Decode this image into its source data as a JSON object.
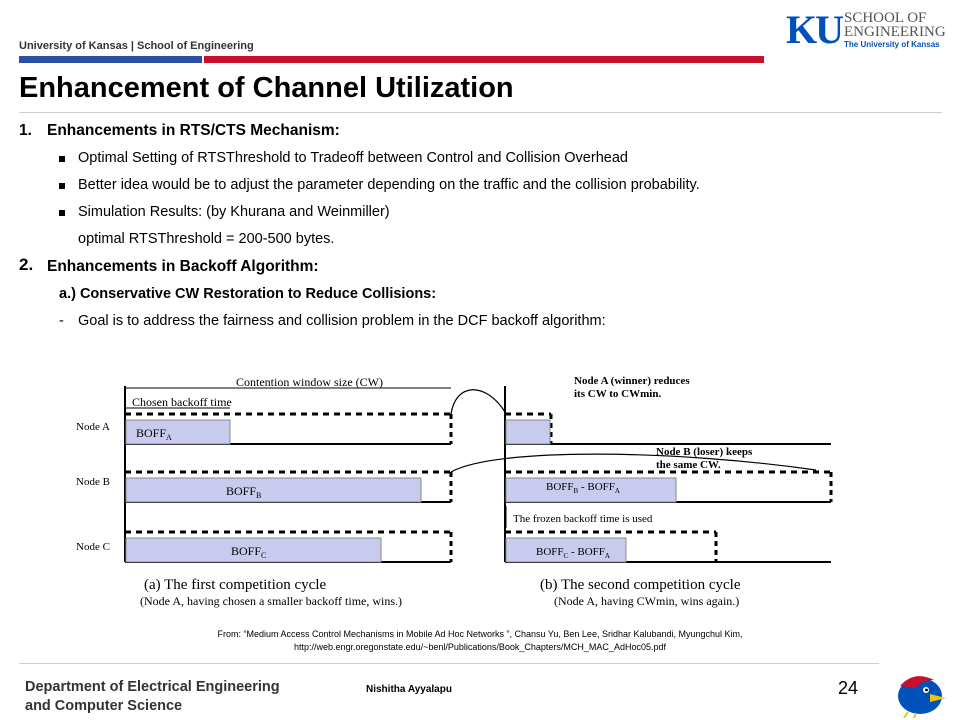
{
  "header": {
    "school_line": "University of Kansas | School of Engineering",
    "title": "Enhancement of Channel Utilization",
    "logo": {
      "mark": "KU",
      "line1": "SCHOOL OF",
      "line2": "ENGINEERING",
      "line3": "The University of Kansas",
      "brand_color": "#0051ba"
    }
  },
  "content": {
    "section1": {
      "number": "1.",
      "heading": "Enhancements in RTS/CTS Mechanism:",
      "bullets": [
        "Optimal Setting of RTSThreshold to Tradeoff between Control and Collision Overhead",
        "Better idea would be to adjust the parameter depending on the traffic and the collision probability.",
        "Simulation Results: (by Khurana and Weinmiller)"
      ],
      "continuation": "optimal RTSThreshold = 200-500 bytes."
    },
    "section2": {
      "number": "2.",
      "heading": "Enhancements in Backoff Algorithm:",
      "subheading": "a.) Conservative CW Restoration to Reduce Collisions:",
      "dash": "-",
      "goal": "Goal is to address the fairness and collision problem in the DCF backoff algorithm:"
    }
  },
  "figure": {
    "cw_label": "Contention window size (CW)",
    "chosen_label": "Chosen backoff time",
    "nodes": [
      "Node A",
      "Node B",
      "Node C"
    ],
    "cycle1_boxes": [
      "BOFF",
      "BOFF",
      "BOFF"
    ],
    "cycle1_subs": [
      "A",
      "B",
      "C"
    ],
    "cycle2_boxes": [
      "BOFF",
      "BOFF"
    ],
    "cycle2_subs": [
      "B",
      "C"
    ],
    "cycle2_minus": " - BOFF",
    "cycle2_minus_sub": "A",
    "note_a_line1": "Node A (winner) reduces",
    "note_a_line2": "its CW to CWmin.",
    "note_b_line1": "Node B (loser) keeps",
    "note_b_line2": "the same CW.",
    "frozen": "The frozen backoff time is used",
    "caption_a_line1": "(a) The first competition cycle",
    "caption_a_line2": "(Node A, having chosen a smaller backoff time, wins.)",
    "caption_b_line1": "(b) The second competition cycle",
    "caption_b_line2": "(Node A, having CWmin, wins again.)"
  },
  "source": {
    "line1": "From: “Medium Access Control Mechanisms in Mobile Ad Hoc Networks ”, Chansu Yu, Ben Lee, Sridhar Kalubandi, Myungchul Kim,",
    "line2": "http://web.engr.oregonstate.edu/~benl/Publications/Book_Chapters/MCH_MAC_AdHoc05.pdf"
  },
  "footer": {
    "dept_line1": "Department of Electrical Engineering",
    "dept_line2": "and Computer Science",
    "author": "Nishitha Ayyalapu",
    "page": "24"
  },
  "colors": {
    "blue_bar": "#2a4fa3",
    "red_bar": "#c8102e",
    "box_fill": "#c9cbee"
  }
}
